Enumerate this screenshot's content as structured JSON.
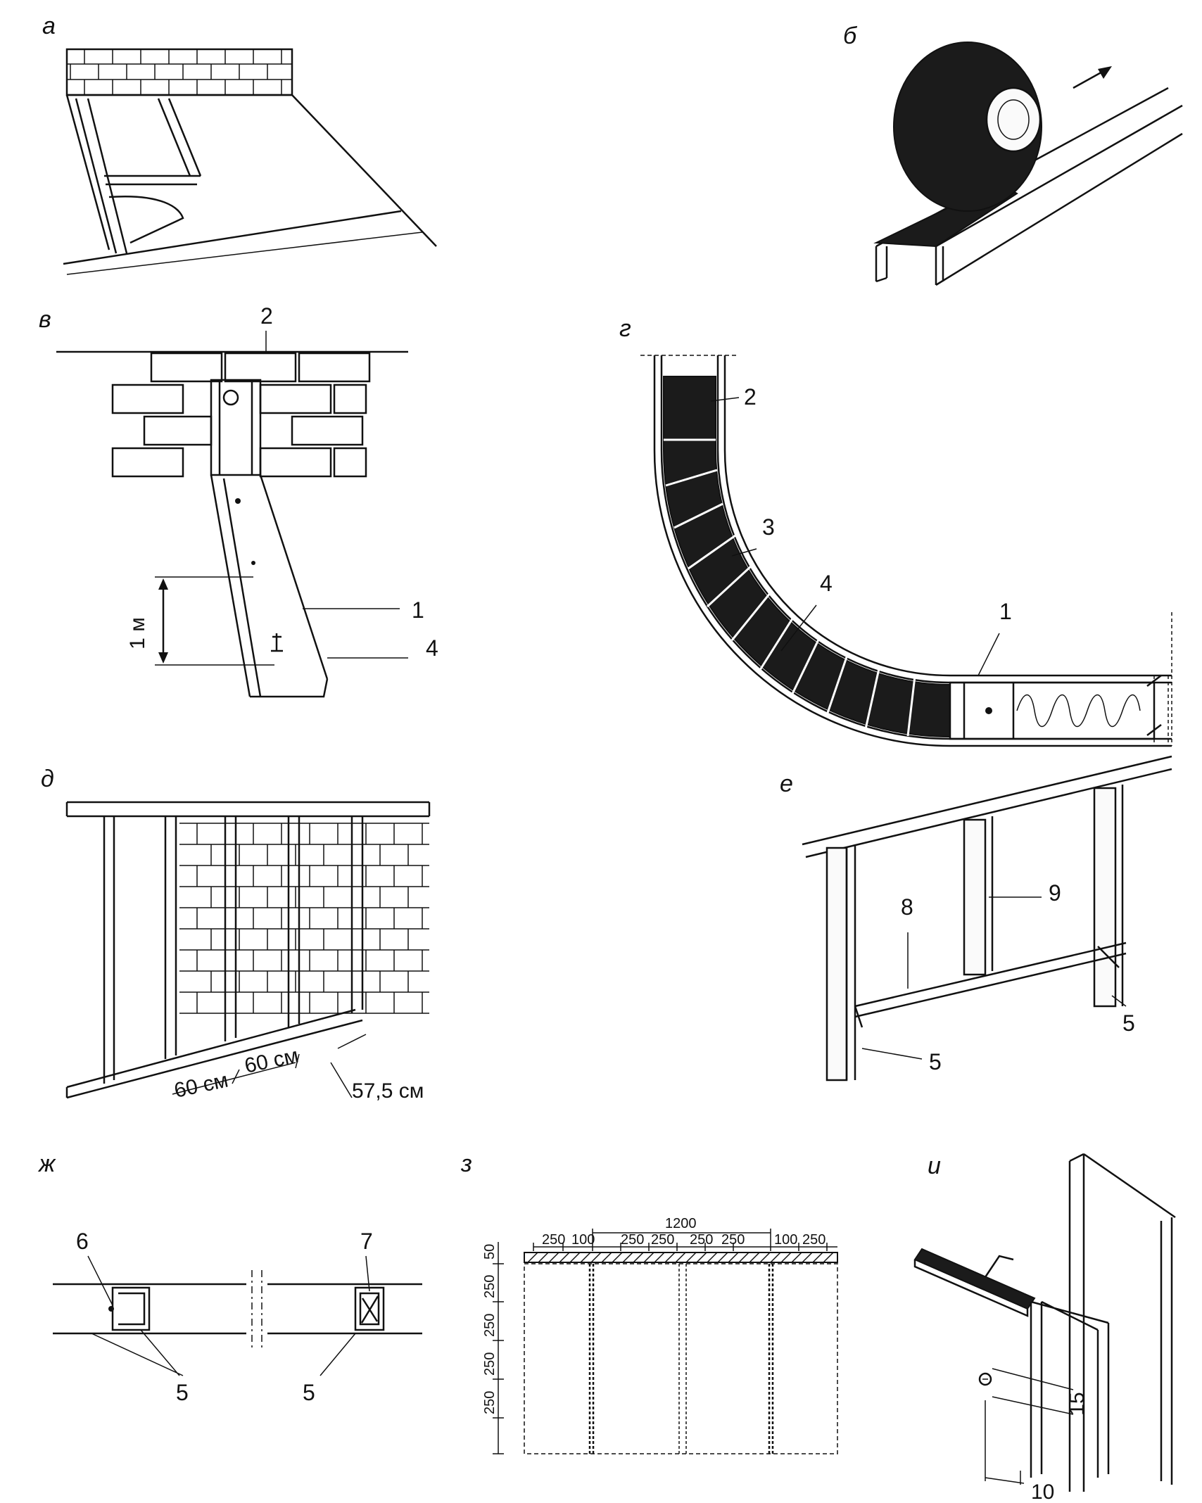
{
  "figure": {
    "panels": [
      {
        "letter": "а"
      },
      {
        "letter": "б"
      },
      {
        "letter": "в",
        "labels": [
          "2",
          "1",
          "4"
        ],
        "dimension": "1 м"
      },
      {
        "letter": "г",
        "labels": [
          "2",
          "3",
          "4",
          "1"
        ]
      },
      {
        "letter": "д",
        "dimensions": [
          "60 см",
          "60 см",
          "57,5 см"
        ]
      },
      {
        "letter": "е",
        "labels": [
          "8",
          "9",
          "5",
          "5"
        ]
      },
      {
        "letter": "ж",
        "labels": [
          "6",
          "5",
          "7",
          "5"
        ]
      },
      {
        "letter": "з",
        "top_dims": [
          "250",
          "100",
          "250",
          "250",
          "250",
          "250",
          "100",
          "250"
        ],
        "span": "1200",
        "left_dims": [
          "50",
          "250",
          "250",
          "250",
          "250"
        ]
      },
      {
        "letter": "и",
        "dimensions": [
          "15",
          "10"
        ]
      }
    ]
  },
  "colors": {
    "ink": "#111111",
    "paper": "#ffffff",
    "fill_dark": "#1b1b1b"
  }
}
